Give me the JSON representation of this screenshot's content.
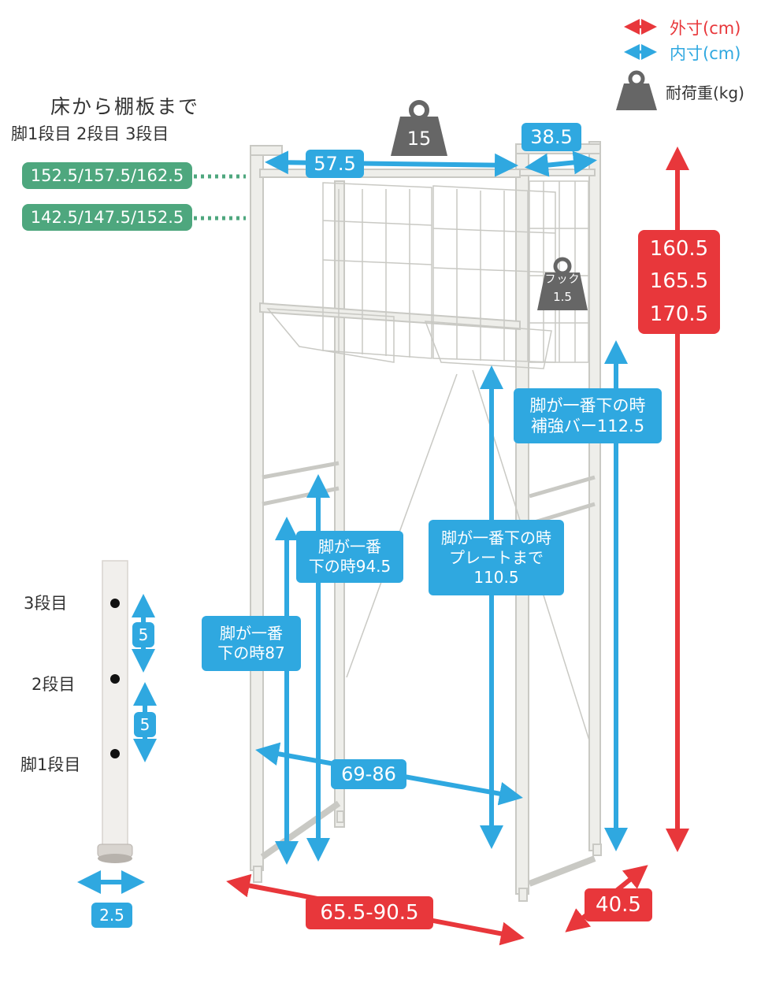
{
  "legend": {
    "outer_label": "外寸(cm)",
    "inner_label": "内寸(cm)",
    "load_label": "耐荷重(kg)",
    "outer_color": "#e8373b",
    "inner_color": "#2fa8e0",
    "weight_color": "#666666"
  },
  "shelf_height": {
    "title": "床から棚板まで",
    "columns": "脚1段目 2段目 3段目",
    "upper_values": "152.5/157.5/162.5",
    "lower_values": "142.5/147.5/152.5",
    "color": "#4ea77e"
  },
  "dims": {
    "inner_width": "57.5",
    "inner_depth": "38.5",
    "top_load": "15",
    "hook_label": "フック",
    "hook_load": "1.5",
    "height_1": "160.5",
    "height_2": "165.5",
    "height_3": "170.5",
    "bar_line1": "脚が一番下の時",
    "bar_line2": "補強バー112.5",
    "plate_line1": "脚が一番下の時",
    "plate_line2": "プレートまで",
    "plate_line3": "110.5",
    "clear_94_line1": "脚が一番",
    "clear_94_line2": "下の時94.5",
    "clear_87_line1": "脚が一番",
    "clear_87_line2": "下の時87",
    "inner_span": "69-86",
    "outer_width": "65.5-90.5",
    "outer_depth": "40.5"
  },
  "leg": {
    "step3": "3段目",
    "step2": "2段目",
    "step1": "脚1段目",
    "gap_a": "5",
    "gap_b": "5",
    "diameter": "2.5"
  }
}
